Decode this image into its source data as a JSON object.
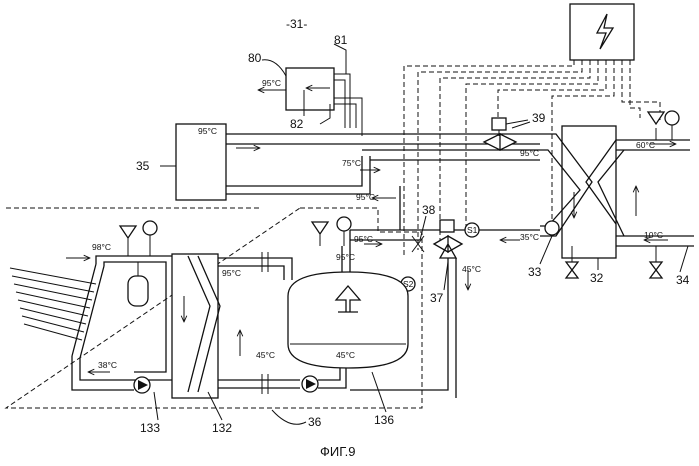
{
  "figure": {
    "caption": "ФИГ.9",
    "unit_heading": "-31-"
  },
  "refs": {
    "r80": "80",
    "r81": "81",
    "r82": "82",
    "r35": "35",
    "r39": "39",
    "r38": "38",
    "r37": "37",
    "r33": "33",
    "r32": "32",
    "r34": "34",
    "r133": "133",
    "r132": "132",
    "r136": "136",
    "r36": "36",
    "s1": "S1",
    "s2": "S2"
  },
  "temps": {
    "hx80_out": "95°C",
    "boiler_out": "95°C",
    "return_75": "75°C",
    "feed_95a": "95°C",
    "feed_95b": "95°C",
    "collector_98": "98°C",
    "coil_95": "95°C",
    "tank_95": "95°C",
    "collector_38": "38°C",
    "coil_45": "45°C",
    "tank_45": "45°C",
    "valve_45": "45°C",
    "dhw_95": "95°C",
    "dhw_60": "60°C",
    "dhw_35": "35°C",
    "cold_10": "10°C"
  }
}
